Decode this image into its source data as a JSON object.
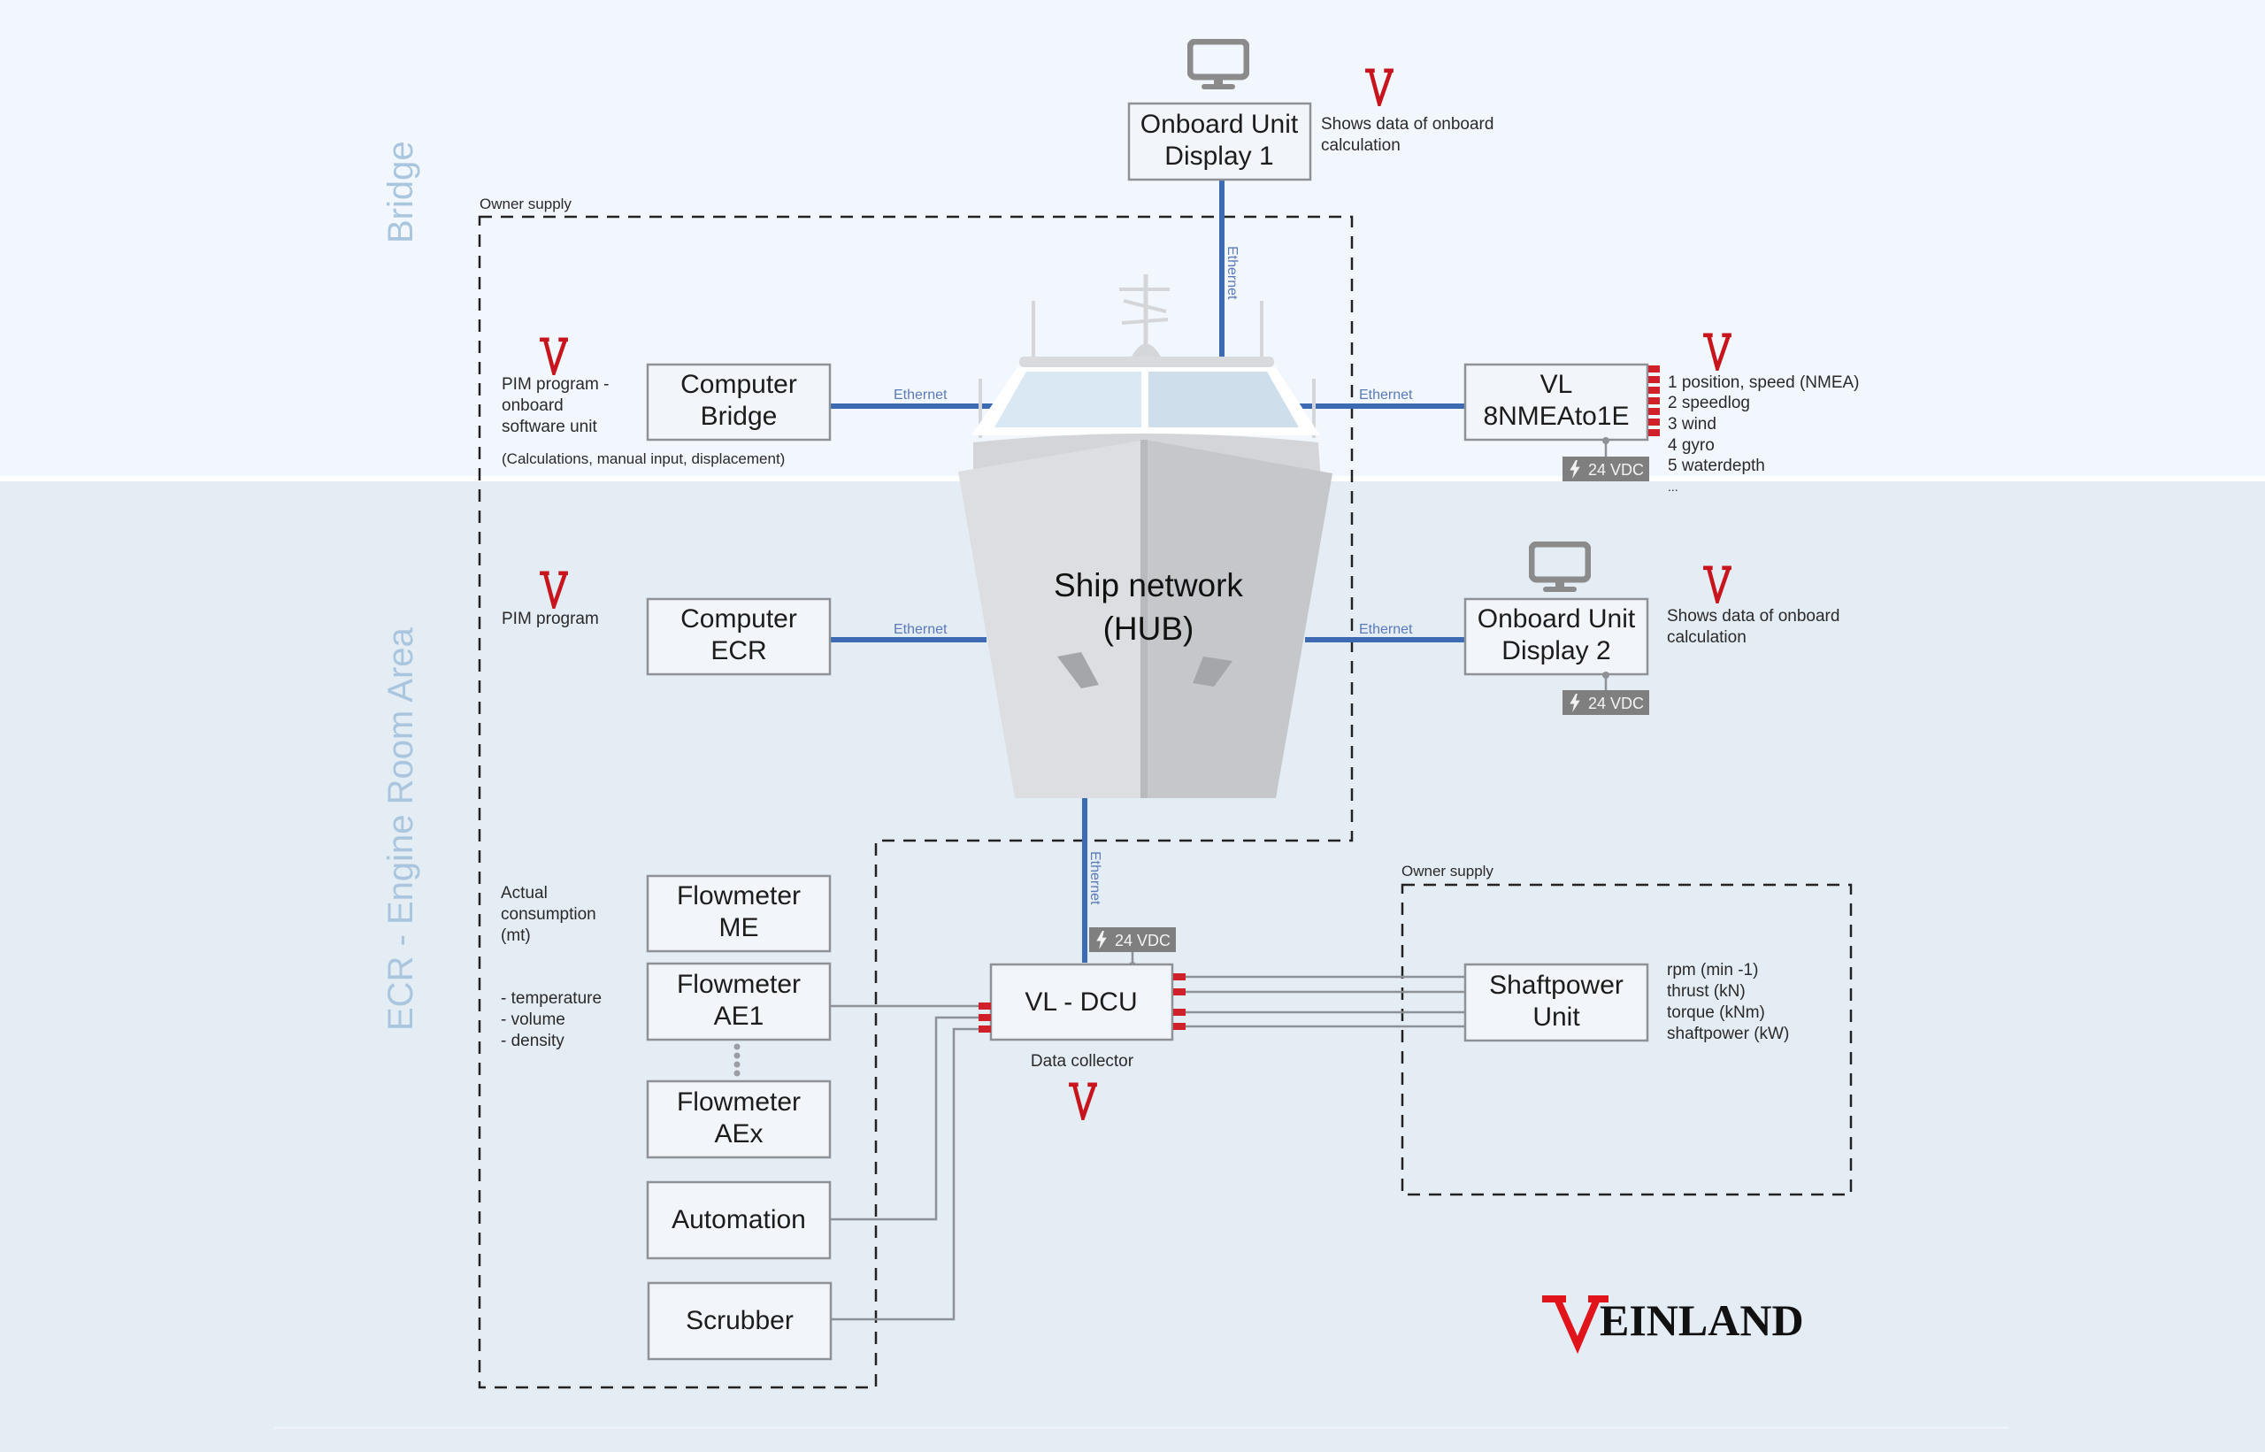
{
  "sections": {
    "bridge": "Bridge",
    "engine_room": "ECR - Engine Room Area"
  },
  "owner_supply_label": "Owner supply",
  "ethernet_label": "Ethernet",
  "power_label": "24 VDC",
  "hub": {
    "line1": "Ship network",
    "line2": "(HUB)"
  },
  "nodes": {
    "display1": {
      "line1": "Onboard Unit",
      "line2": "Display 1",
      "note1": "Shows data of onboard",
      "note2": "calculation"
    },
    "computer_bridge": {
      "line1": "Computer",
      "line2": "Bridge",
      "note1": "PIM program -",
      "note2": "onboard",
      "note3": "software unit",
      "note4": "(Calculations, manual input, displacement)"
    },
    "nmea": {
      "line1": "VL",
      "line2": "8NMEAto1E",
      "inputs": [
        "1 position, speed (NMEA)",
        "2 speedlog",
        "3  wind",
        "4 gyro",
        "5 waterdepth",
        "..."
      ]
    },
    "computer_ecr": {
      "line1": "Computer",
      "line2": "ECR",
      "note1": "PIM program"
    },
    "display2": {
      "line1": "Onboard Unit",
      "line2": "Display 2",
      "note1": "Shows data of onboard",
      "note2": "calculation"
    },
    "flowmeter_me": {
      "line1": "Flowmeter",
      "line2": "ME",
      "note1": "Actual",
      "note2": "consumption",
      "note3": "(mt)"
    },
    "flowmeter_ae1": {
      "line1": "Flowmeter",
      "line2": "AE1",
      "note1": "- temperature",
      "note2": "- volume",
      "note3": "- density"
    },
    "flowmeter_aex": {
      "line1": "Flowmeter",
      "line2": "AEx"
    },
    "automation": {
      "label": "Automation"
    },
    "scrubber": {
      "label": "Scrubber"
    },
    "dcu": {
      "label": "VL - DCU",
      "note": "Data collector"
    },
    "shaftpower": {
      "line1": "Shaftpower",
      "line2": "Unit",
      "outputs": [
        "rpm (min -1)",
        "thrust (kN)",
        "torque (kNm)",
        "shaftpower (kW)"
      ]
    }
  },
  "logo": {
    "initial": "V",
    "rest": "EINLAND"
  },
  "colors": {
    "brand_red": "#c8151d",
    "ethernet_blue": "#3d6bb3",
    "section_label": "#a9c6de",
    "bridge_bg": "#f2f7fd",
    "engine_bg": "#e4ecf4"
  }
}
